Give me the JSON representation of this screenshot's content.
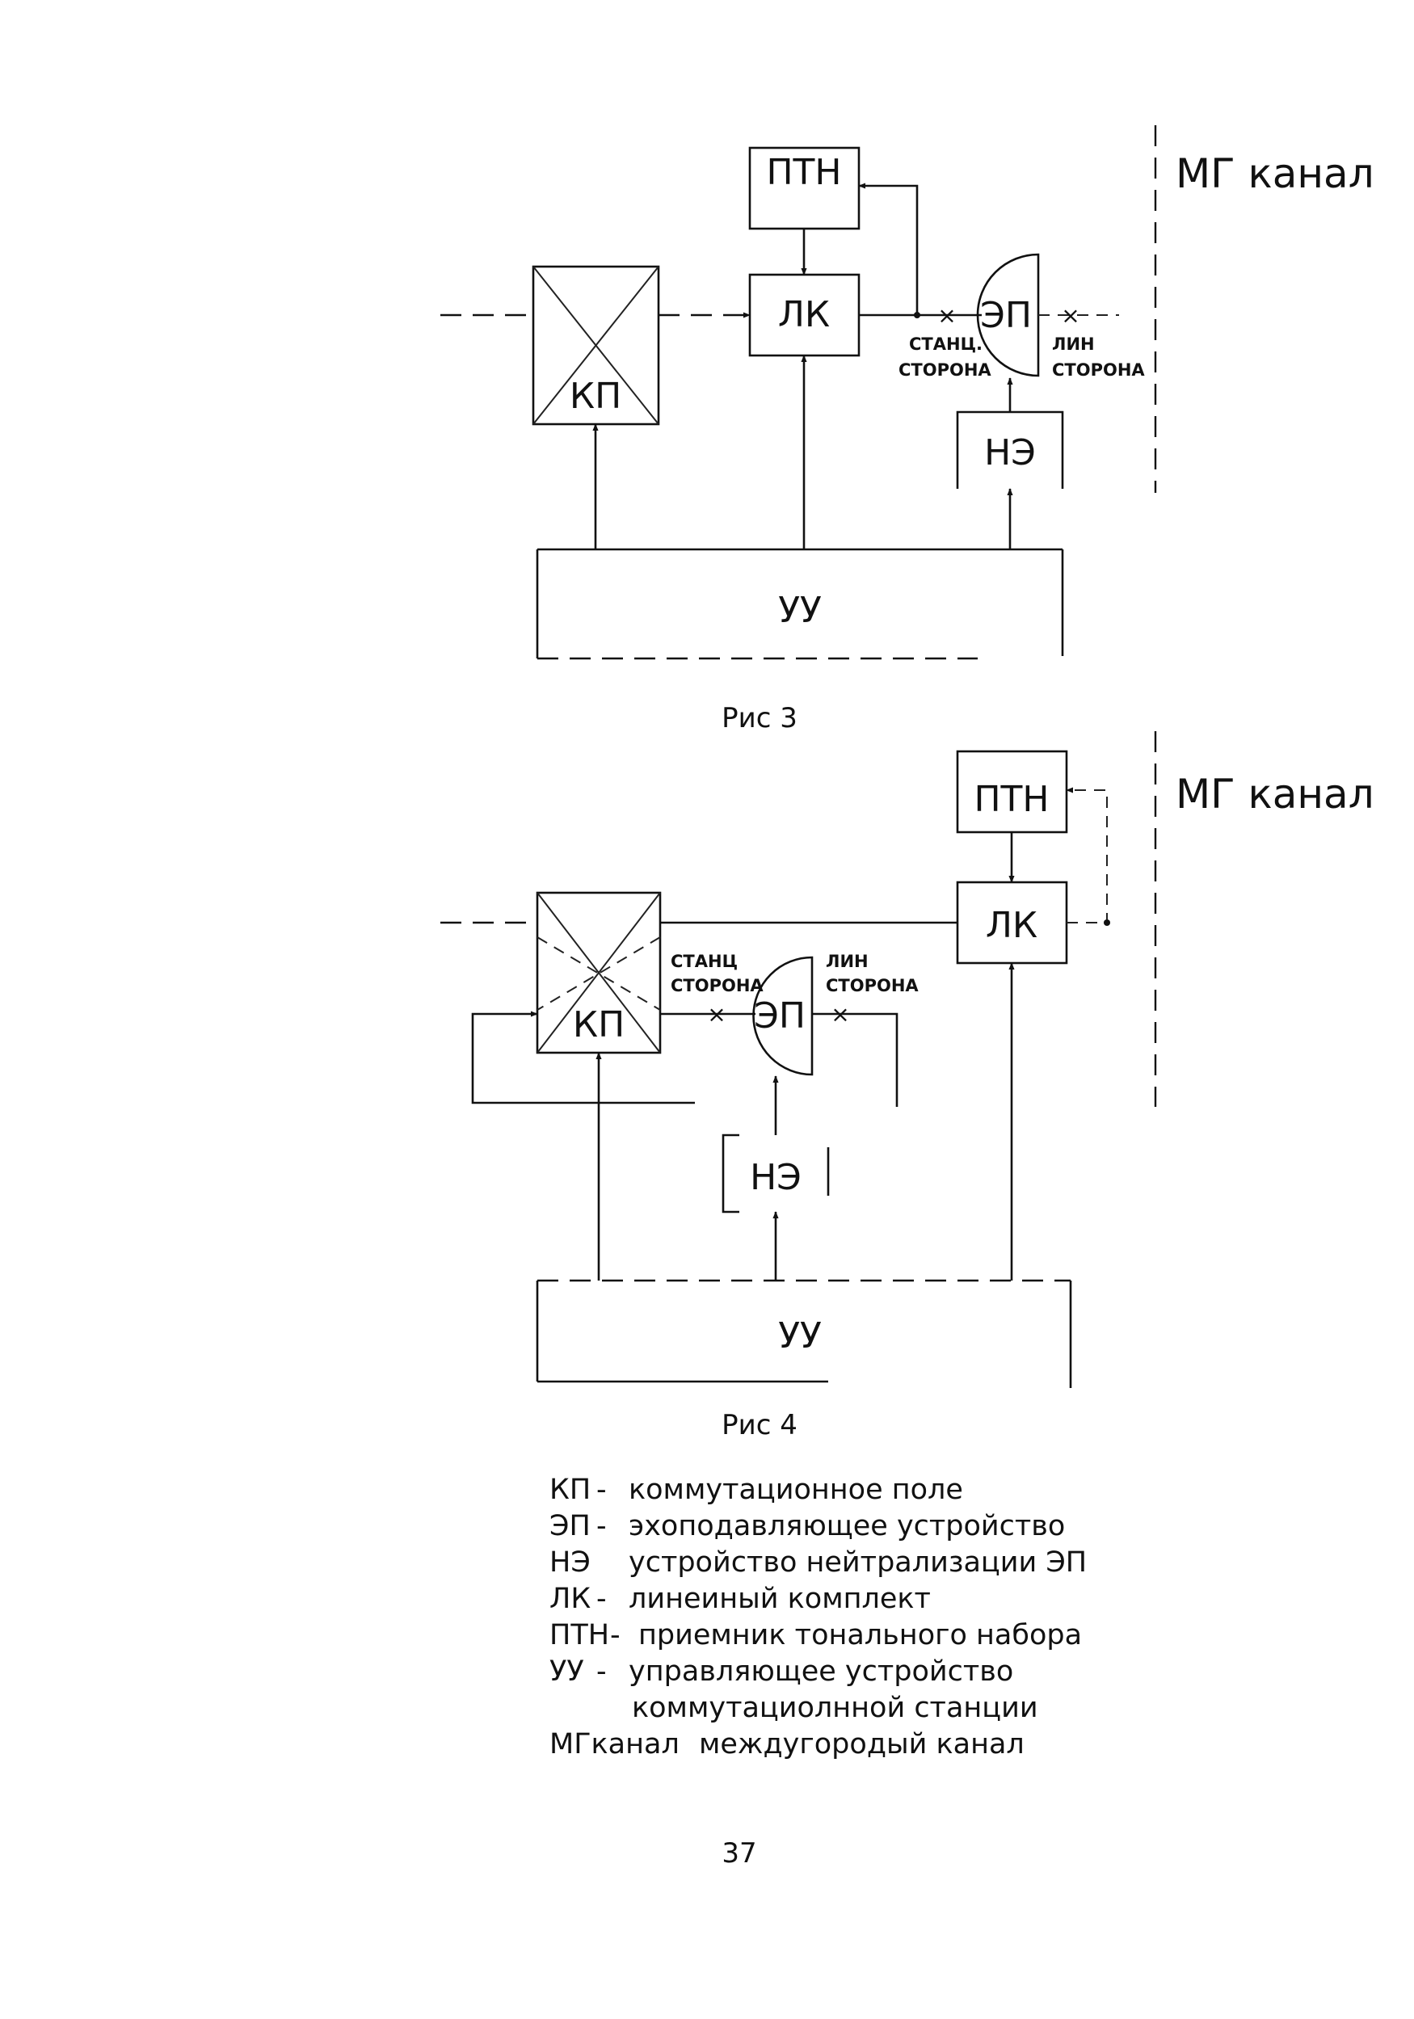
{
  "figure3": {
    "caption": "Рис 3",
    "blocks": {
      "ptn": "ПТН",
      "lk": "ЛК",
      "kp": "КП",
      "ep": "ЭП",
      "ne": "НЭ",
      "uu": "УУ"
    },
    "station_side": [
      "СТАНЦ.",
      "СТОРОНА"
    ],
    "line_side": [
      "ЛИН",
      "СТОРОНА"
    ],
    "channel_label": "МГ канал"
  },
  "figure4": {
    "caption": "Рис 4",
    "blocks": {
      "ptn": "ПТН",
      "lk": "ЛК",
      "kp": "КП",
      "ep": "ЭП",
      "ne": "НЭ",
      "uu": "УУ"
    },
    "station_side": [
      "СТАНЦ",
      "СТОРОНА"
    ],
    "line_side": [
      "ЛИН",
      "СТОРОНА"
    ],
    "channel_label": "МГ канал"
  },
  "legend": [
    {
      "term": "КП",
      "sep": "-",
      "desc": "коммутационное поле"
    },
    {
      "term": "ЭП",
      "sep": "-",
      "desc": "эхоподавляющее устройство"
    },
    {
      "term": "НЭ",
      "sep": "",
      "desc": "устройство нейтрализации ЭП"
    },
    {
      "term": "ЛК",
      "sep": "-",
      "desc": "линеиный комплект"
    },
    {
      "term": "ПТН",
      "sep": "-",
      "desc": "приемник тонального набора"
    },
    {
      "term": "УУ",
      "sep": "-",
      "desc": "управляющее устройство"
    },
    {
      "term": "",
      "sep": "",
      "desc": "коммутациолнной станции"
    },
    {
      "term": "МГканал",
      "sep": "",
      "desc": "междугородый канал"
    }
  ],
  "page_number": "37",
  "colors": {
    "ink": "#111111",
    "paper": "#ffffff"
  }
}
